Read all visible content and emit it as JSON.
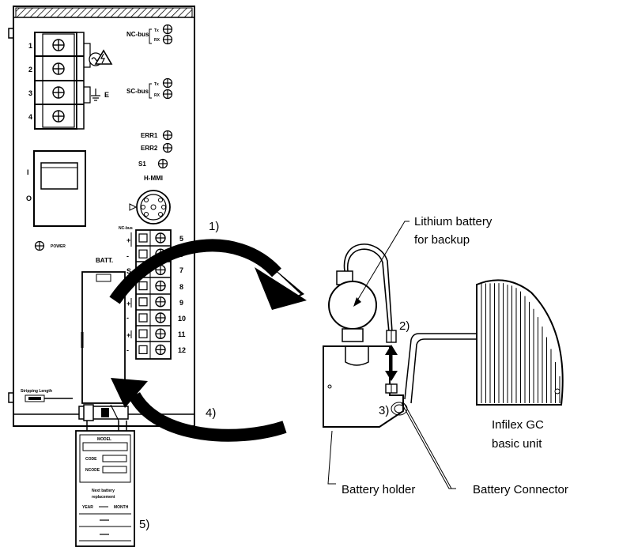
{
  "device": {
    "terminals_left": [
      "1",
      "2",
      "3",
      "4"
    ],
    "earth_label": "E",
    "nc_bus_label": "NC-bus",
    "sc_bus_label": "SC-bus",
    "tx_label": "Tx",
    "rx_label": "RX",
    "err1_label": "ERR1",
    "err2_label": "ERR2",
    "s1_label": "S1",
    "hmmi_label": "H-MMI",
    "power_label": "POWER",
    "switch_on": "I",
    "switch_off": "O",
    "batt_label": "BATT.",
    "nc_bus_block_label": "NC-bus",
    "polarity_signs": [
      "+",
      "-",
      "S",
      "+",
      "-",
      "+",
      "-"
    ],
    "terminal_numbers": [
      "5",
      "6",
      "7",
      "8",
      "9",
      "10",
      "11",
      "12"
    ],
    "stripping_label": "Stripping Length"
  },
  "tag": {
    "model": "MODEL",
    "code": "CODE",
    "ncode": "NCODE",
    "next_battery_line1": "Next battery",
    "next_battery_line2": "replacement",
    "year": "YEAR",
    "month": "MONTH"
  },
  "steps": {
    "step1": "1)",
    "step2": "2)",
    "step3": "3)",
    "step4": "4)",
    "step5": "5)"
  },
  "callouts": {
    "battery_line1": "Lithium battery",
    "battery_line2": "for backup",
    "unit_line1": "Infilex GC",
    "unit_line2": "basic unit",
    "holder": "Battery holder",
    "connector": "Battery Connector"
  }
}
